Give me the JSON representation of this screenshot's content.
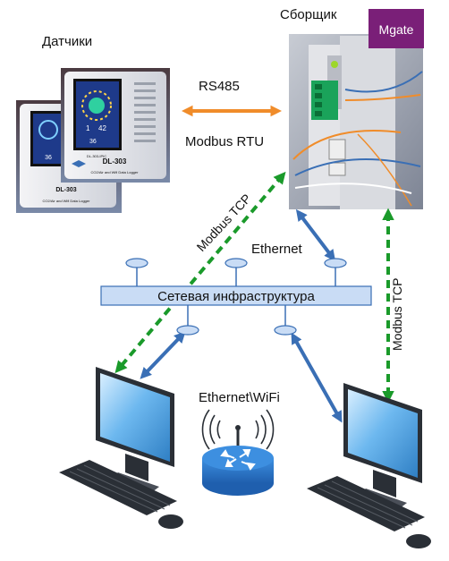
{
  "labels": {
    "sensors": "Датчики",
    "collector": "Сборщик",
    "mgate_badge": "Mgate",
    "rs485": "RS485",
    "modbus_rtu": "Modbus RTU",
    "modbus_tcp_left": "Modbus TCP",
    "modbus_tcp_right": "Modbus TCP",
    "ethernet": "Ethernet",
    "network_infrastructure": "Сетевая инфраструктура",
    "ethernet_wifi": "Ethernet\\WiFi"
  },
  "device": {
    "model": "DL-303",
    "subtitle": "CO2/Air and Wifi Data Logger",
    "id_label": "DL-303-IPIC"
  },
  "colors": {
    "orange_link": "#f08c2a",
    "blue_link": "#3a6fb5",
    "green_dashed": "#1a9a2a",
    "bus_fill": "#c9dcf5",
    "mgate_badge": "#7a1f78",
    "monitor_screen": "#5aa9e6"
  }
}
